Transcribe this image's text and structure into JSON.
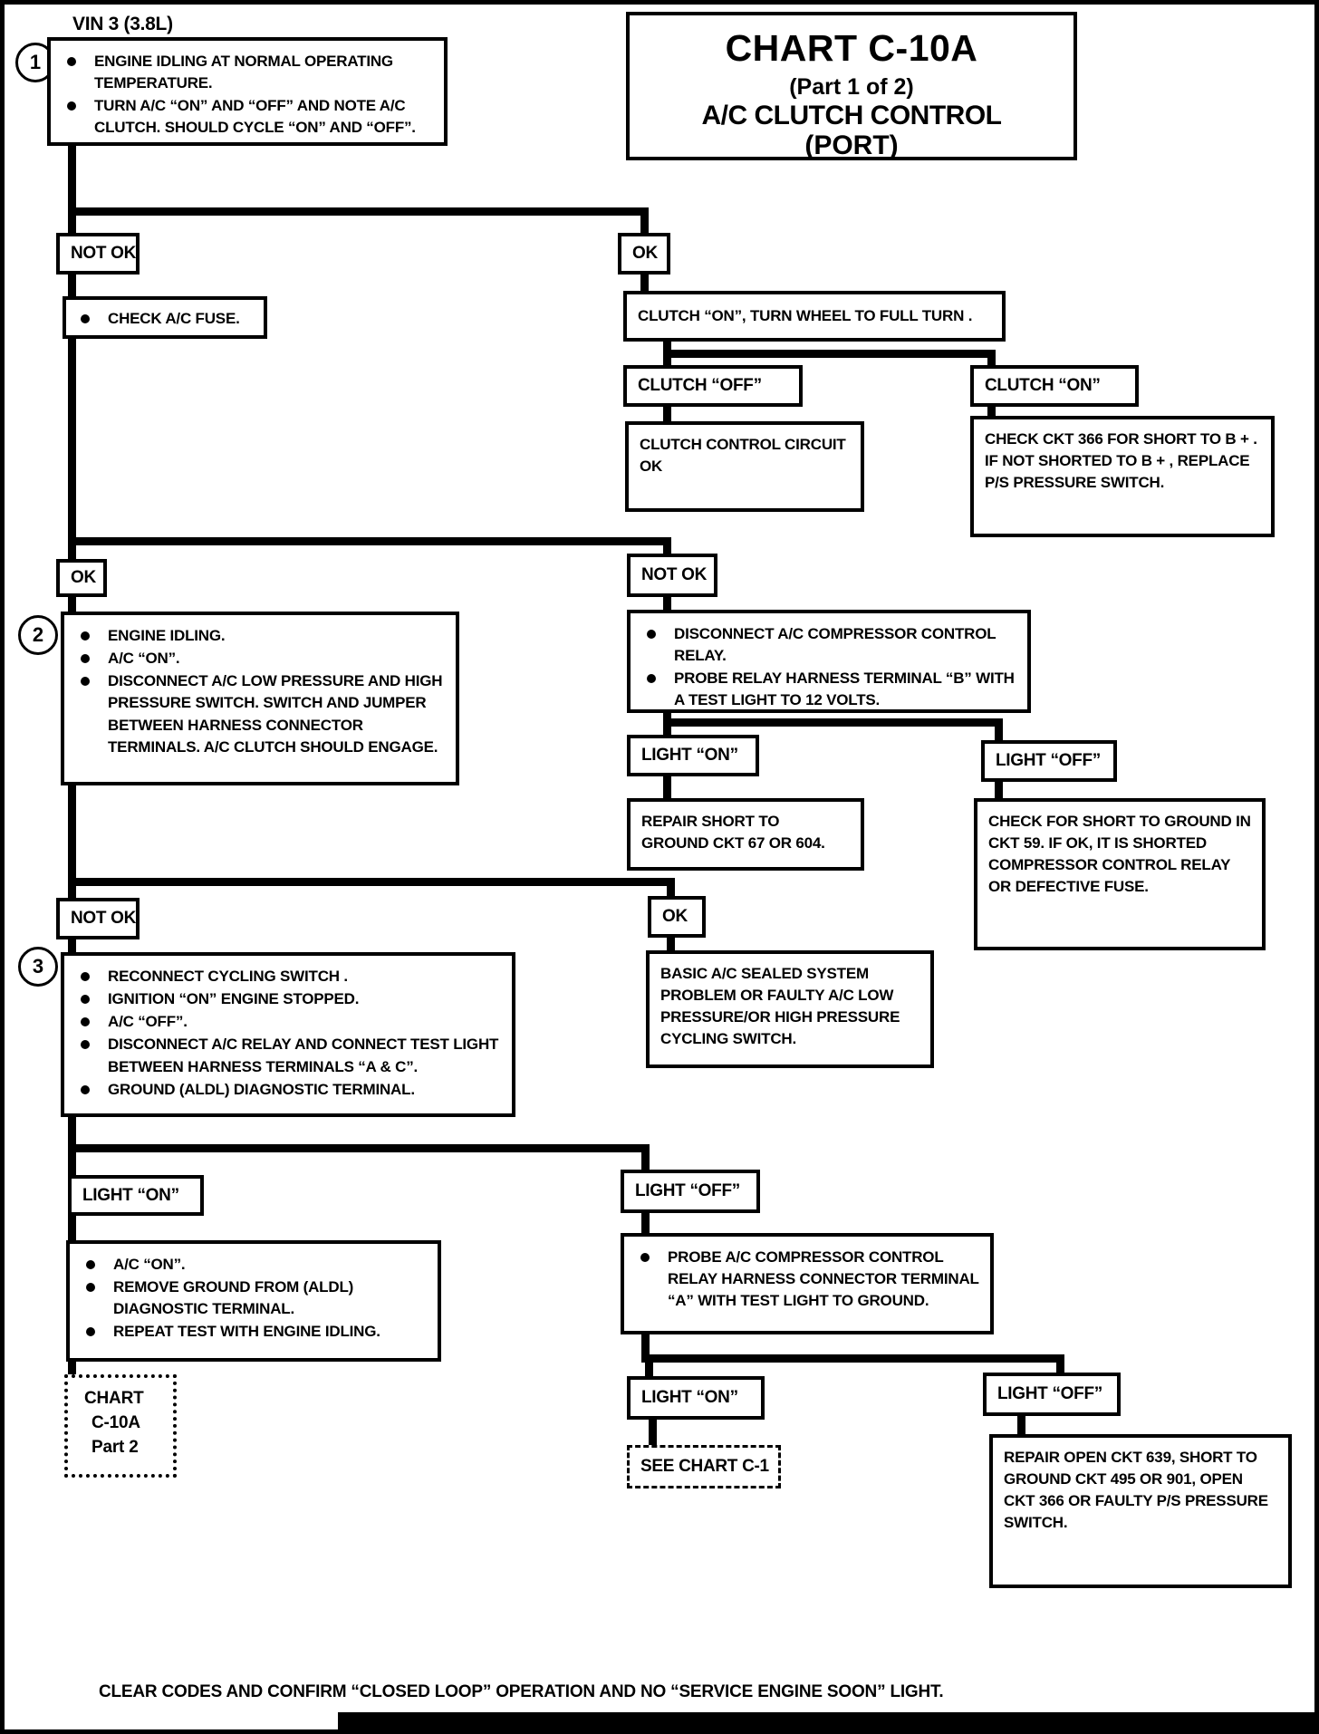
{
  "meta": {
    "vin": "VIN 3 (3.8L)"
  },
  "title": {
    "line1": "CHART C-10A",
    "line2": "(Part  1 of 2)",
    "line3": "A/C CLUTCH CONTROL",
    "line4": "(PORT)"
  },
  "labels": {
    "ok": "OK",
    "notok": "NOT OK",
    "light_on": "LIGHT “ON”",
    "light_off": "LIGHT “OFF”",
    "clutch_on": "CLUTCH “ON”",
    "clutch_off": "CLUTCH “OFF”"
  },
  "steps": {
    "s1": {
      "num": "1",
      "b1": "ENGINE IDLING AT NORMAL OPERATING TEMPERATURE.",
      "b2": "TURN A/C “ON” AND “OFF” AND NOTE A/C CLUTCH.  SHOULD CYCLE “ON” AND “OFF”."
    },
    "s2": {
      "num": "2",
      "b1": "ENGINE IDLING.",
      "b2": "A/C “ON”.",
      "b3": "DISCONNECT A/C LOW PRESSURE AND HIGH PRESSURE SWITCH.   SWITCH AND JUMPER BETWEEN HARNESS CONNECTOR  TERMINALS. A/C CLUTCH SHOULD ENGAGE."
    },
    "s3": {
      "num": "3",
      "b1": "RECONNECT CYCLING SWITCH .",
      "b2": "IGNITION “ON” ENGINE STOPPED.",
      "b3": "A/C “OFF”.",
      "b4": "DISCONNECT A/C RELAY AND CONNECT TEST LIGHT BETWEEN HARNESS TERMINALS “A & C”.",
      "b5": "GROUND  (ALDL) DIAGNOSTIC TERMINAL."
    }
  },
  "nodes": {
    "check_fuse": "CHECK A/C FUSE.",
    "clutch_on_turn": "CLUTCH “ON”,  TURN WHEEL TO FULL TURN .",
    "clutch_circuit_ok": "CLUTCH CONTROL CIRCUIT OK",
    "check_ckt366": "CHECK CKT 366 FOR SHORT TO B + .  IF NOT SHORTED TO B + , REPLACE P/S PRESSURE SWITCH.",
    "disc_b1": "DISCONNECT A/C COMPRESSOR CONTROL RELAY.",
    "disc_b2": "PROBE RELAY HARNESS TERMINAL “B” WITH A TEST LIGHT TO 12  VOLTS.",
    "repair_short": "REPAIR SHORT TO GROUND CKT 67 OR 604.",
    "check_short": "CHECK FOR SHORT TO GROUND IN CKT 59.  IF OK, IT IS SHORTED COMPRESSOR CONTROL RELAY OR DEFECTIVE FUSE.",
    "basic_system": "BASIC A/C SEALED SYSTEM PROBLEM OR FAULTY A/C LOW PRESSURE/OR HIGH PRESSURE CYCLING SWITCH.",
    "acon_b1": "A/C “ON”.",
    "acon_b2": "REMOVE GROUND FROM (ALDL) DIAGNOSTIC TERMINAL.",
    "acon_b3": "REPEAT TEST WITH ENGINE IDLING.",
    "probe_b1": "PROBE A/C COMPRESSOR CONTROL RELAY HARNESS CONNECTOR TERMINAL “A” WITH TEST LIGHT TO GROUND.",
    "chart_part2_l1": "CHART",
    "chart_part2_l2": "C-10A",
    "chart_part2_l3": "Part  2",
    "see_chart_c1": "SEE CHART C-1",
    "repair_open": "REPAIR OPEN CKT 639, SHORT TO GROUND CKT 495 OR 901, OPEN CKT 366 OR FAULTY P/S PRESSURE SWITCH."
  },
  "footer": {
    "text": "CLEAR CODES AND CONFIRM “CLOSED LOOP” OPERATION AND NO “SERVICE ENGINE SOON” LIGHT."
  }
}
